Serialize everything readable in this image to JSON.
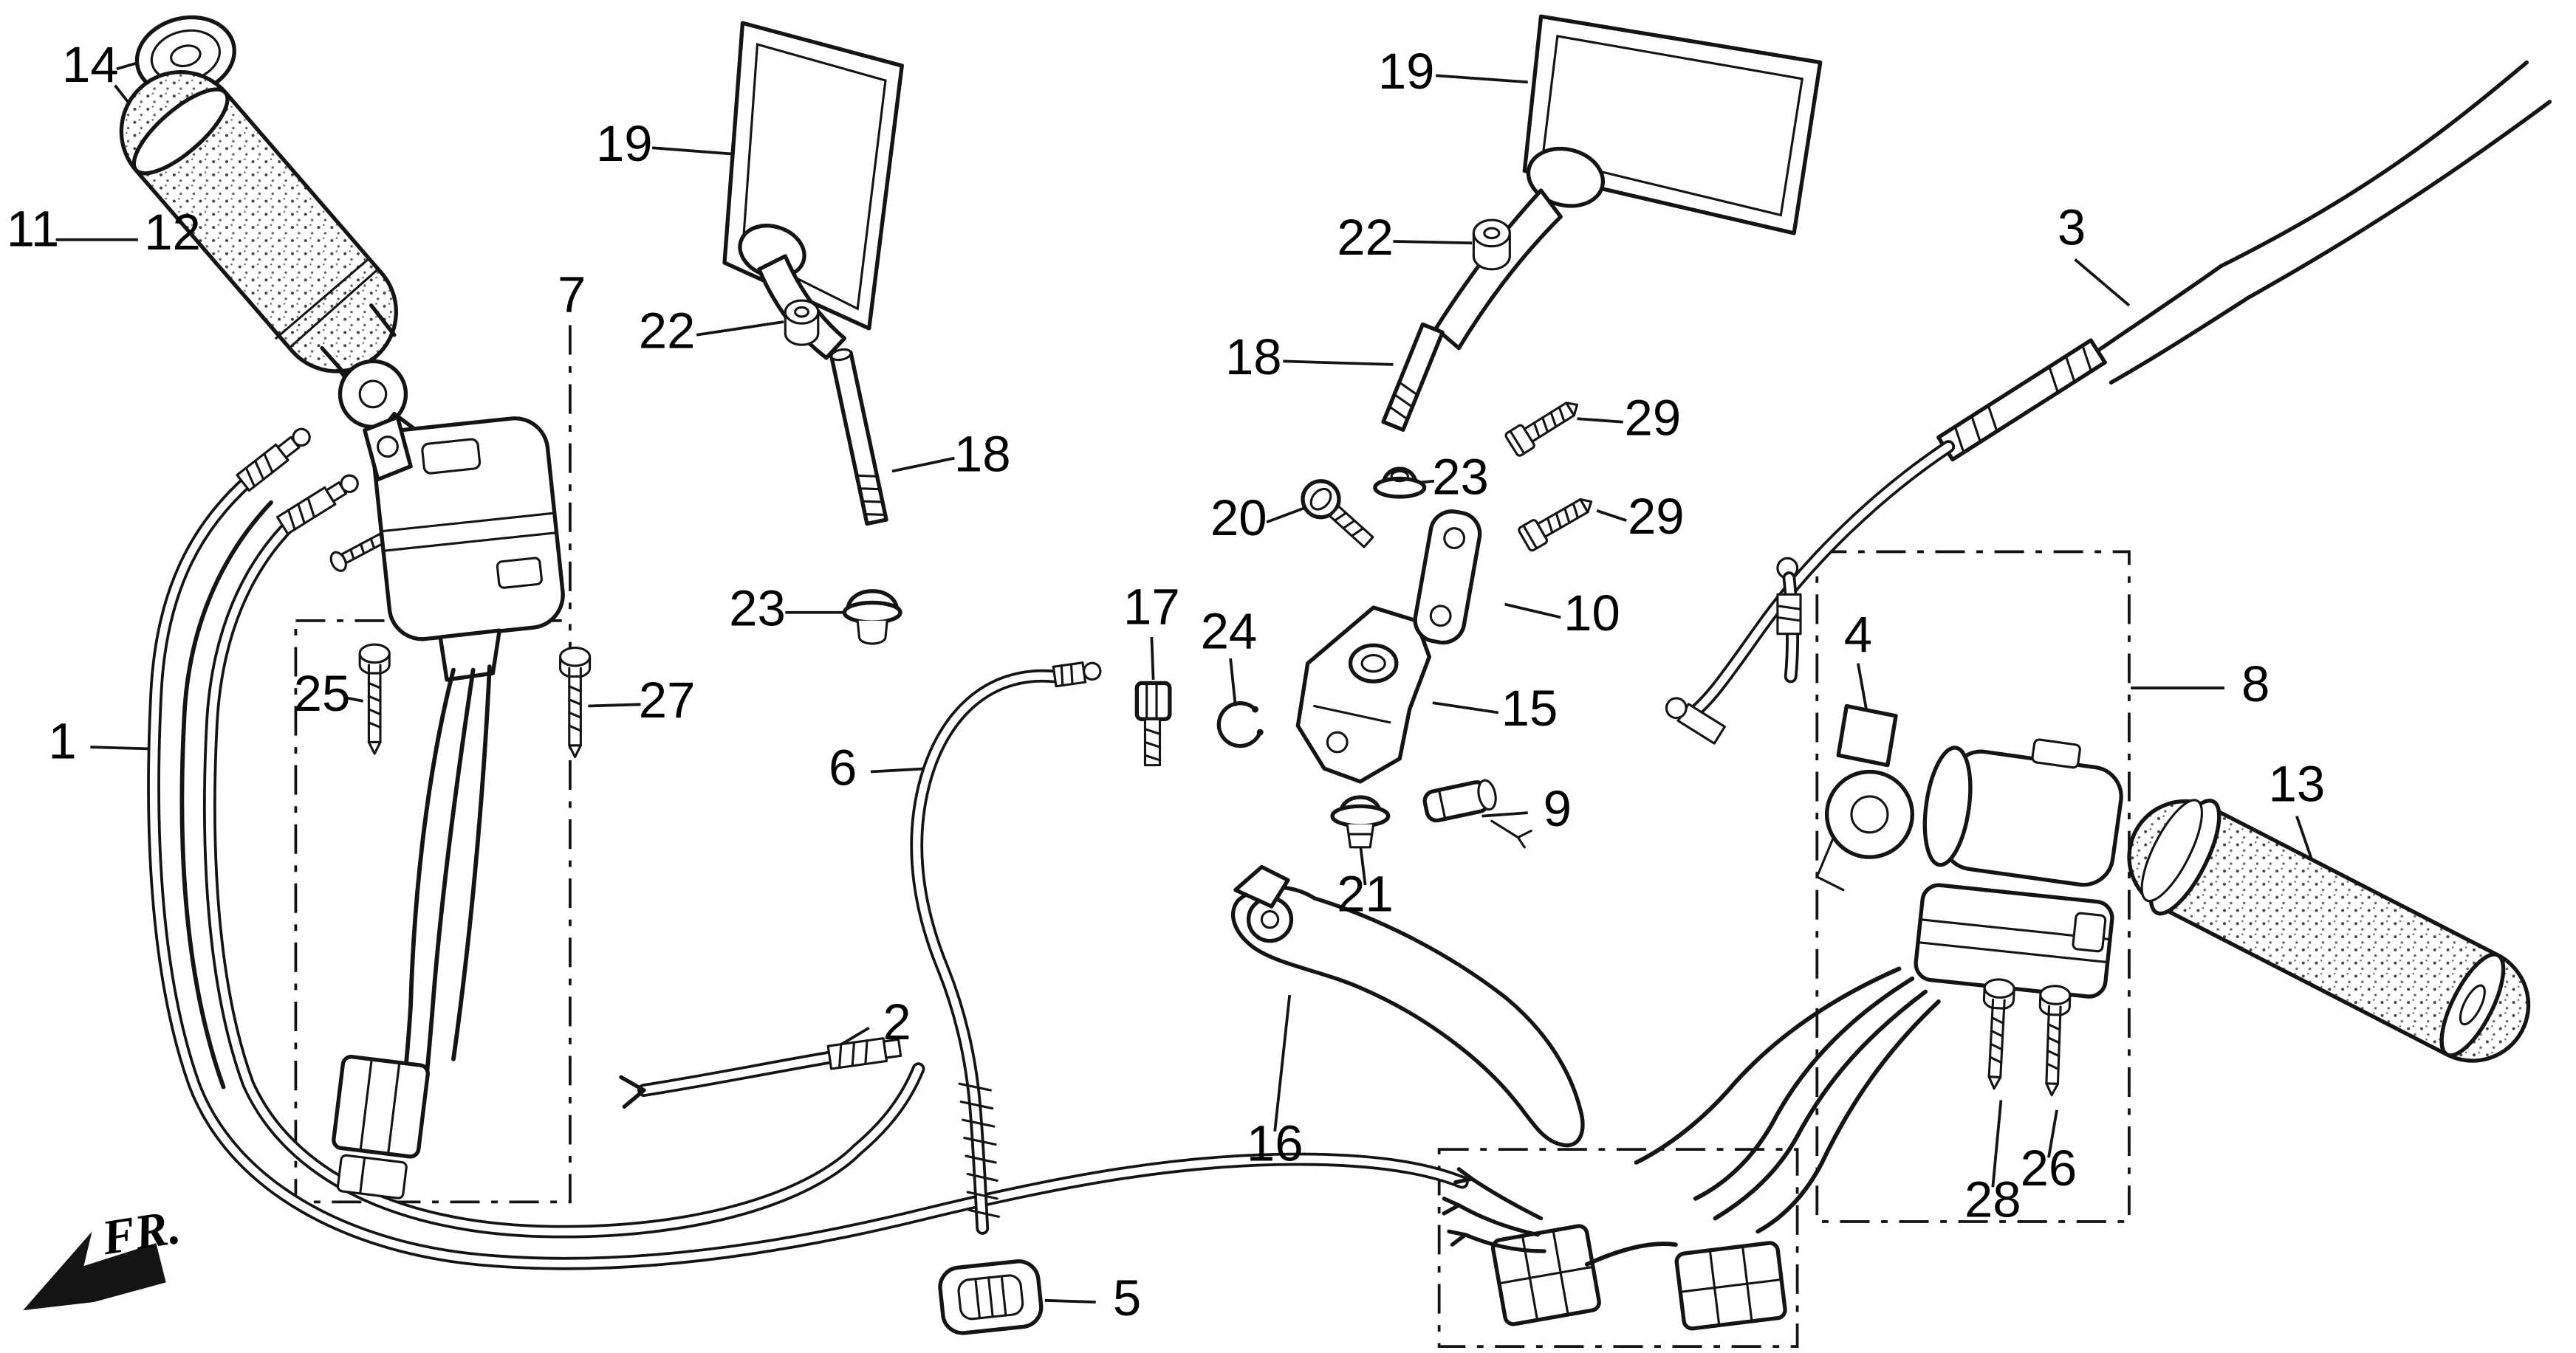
{
  "diagram": {
    "type": "exploded parts diagram",
    "subject": "handlebar switch, cable, lever, grip and mirror assembly",
    "direction_label": "FR.",
    "background_color": "#ffffff",
    "line_color": "#141414",
    "callouts": [
      {
        "ref": "1"
      },
      {
        "ref": "2"
      },
      {
        "ref": "3"
      },
      {
        "ref": "4"
      },
      {
        "ref": "5"
      },
      {
        "ref": "6"
      },
      {
        "ref": "7"
      },
      {
        "ref": "8"
      },
      {
        "ref": "9"
      },
      {
        "ref": "10"
      },
      {
        "ref": "11"
      },
      {
        "ref": "12"
      },
      {
        "ref": "13"
      },
      {
        "ref": "14"
      },
      {
        "ref": "15"
      },
      {
        "ref": "16"
      },
      {
        "ref": "17"
      },
      {
        "ref": "18"
      },
      {
        "ref": "18"
      },
      {
        "ref": "19"
      },
      {
        "ref": "19"
      },
      {
        "ref": "20"
      },
      {
        "ref": "21"
      },
      {
        "ref": "22"
      },
      {
        "ref": "22"
      },
      {
        "ref": "23"
      },
      {
        "ref": "23"
      },
      {
        "ref": "24"
      },
      {
        "ref": "25"
      },
      {
        "ref": "26"
      },
      {
        "ref": "27"
      },
      {
        "ref": "28"
      },
      {
        "ref": "29"
      },
      {
        "ref": "29"
      }
    ]
  }
}
